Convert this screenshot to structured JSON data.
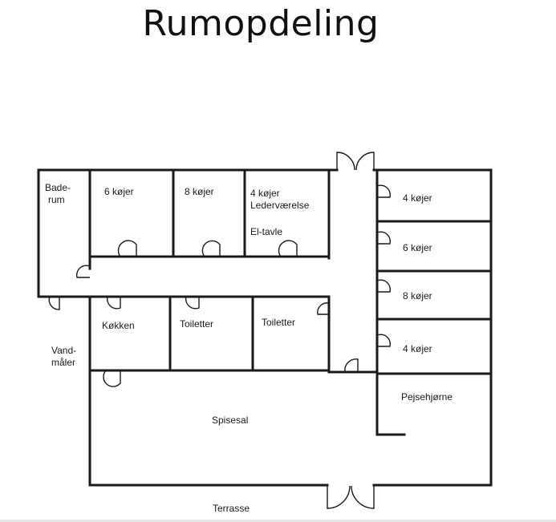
{
  "title": "Rumopdeling",
  "rooms": {
    "baderum_line1": "Bade-",
    "baderum_line2": "rum",
    "room_6_kojer_top": "6 køjer",
    "room_8_kojer_top": "8 køjer",
    "room_4_kojer_top_line1": "4 køjer",
    "room_4_kojer_top_line2": "Lederværelse",
    "el_tavle": "El-tavle",
    "right_4_kojer_a": "4 køjer",
    "right_6_kojer": "6 køjer",
    "right_8_kojer": "8 køjer",
    "right_4_kojer_b": "4 køjer",
    "kokken": "Køkken",
    "toiletter_1": "Toiletter",
    "toiletter_2": "Toiletter",
    "vandmaler_line1": "Vand-",
    "vandmaler_line2": "måler",
    "spisesal": "Spisesal",
    "pejsehjorne": "Pejsehjørne",
    "terrasse": "Terrasse"
  }
}
